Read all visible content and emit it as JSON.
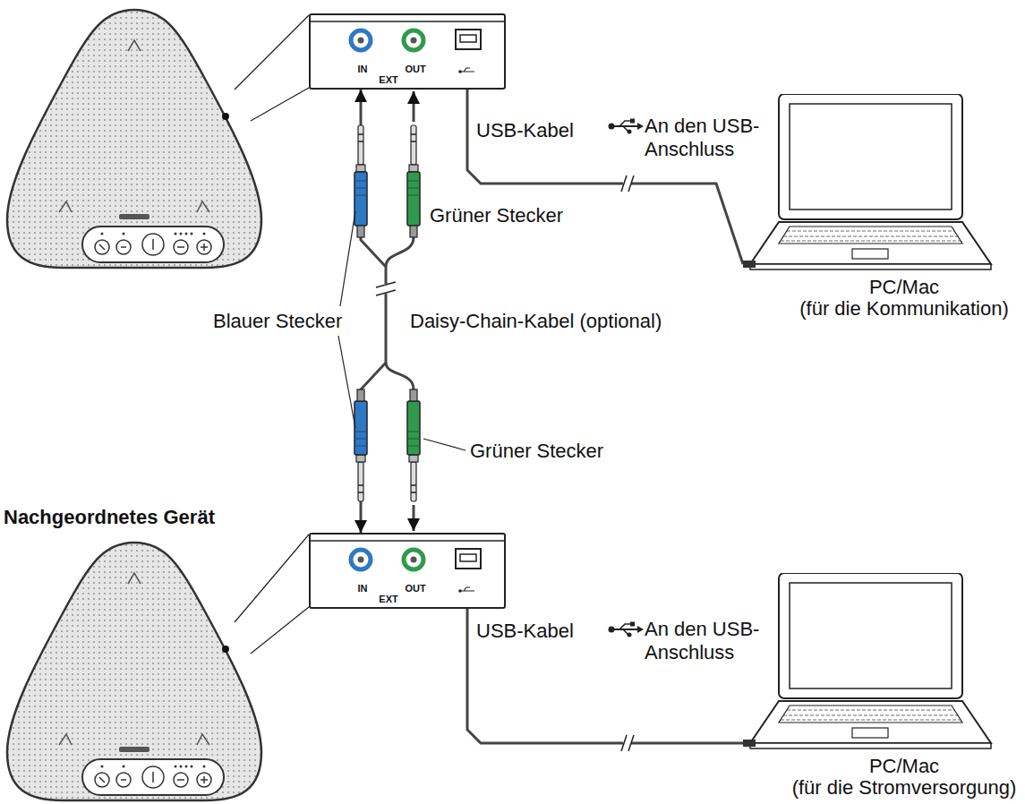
{
  "diagram": {
    "nodes": [
      {
        "text": [
          "IN",
          "EXT",
          "OUT"
        ]
      },
      {
        "text": [
          "PC/Mac",
          "(für die Kommunikation)"
        ]
      },
      {
        "text": [
          "IN",
          "EXT",
          "OUT"
        ]
      },
      {
        "text": [
          "PC/Mac",
          "(für die Stromversorgung)"
        ]
      }
    ],
    "edges": [
      {
        "from": 0,
        "to": 1,
        "arrow": "none",
        "label": "USB-Kabel"
      },
      {
        "from": 0,
        "to": 2,
        "arrow": "both",
        "label": "Daisy-Chain-Kabel (optional)"
      },
      {
        "from": 2,
        "to": 3,
        "arrow": "none",
        "label": "USB-Kabel"
      }
    ],
    "labels": [
      "An den USB-Anschluss",
      "Grüner Stecker",
      "Blauer Stecker",
      "Grüner Stecker",
      "Nachgeordnetes Gerät",
      "An den USB-Anschluss"
    ]
  }
}
